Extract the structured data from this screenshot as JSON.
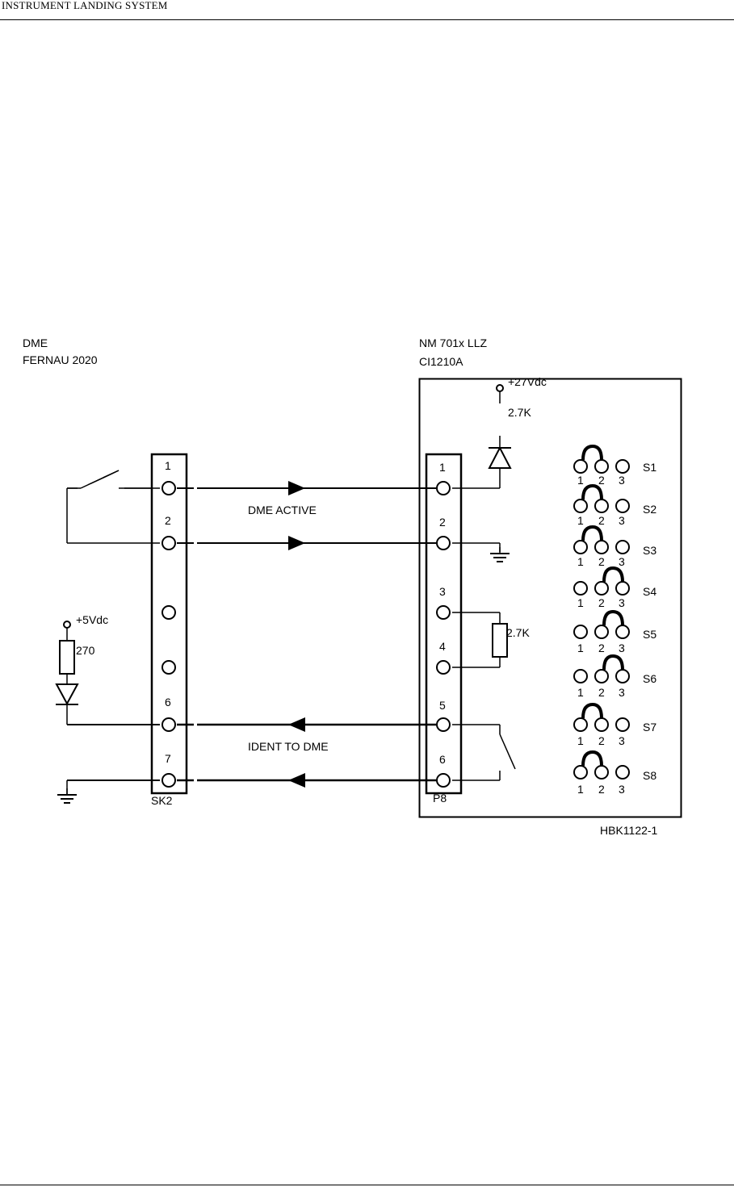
{
  "header": {
    "title": "INSTRUMENT LANDING SYSTEM"
  },
  "diagram": {
    "left_unit": {
      "name": "DME",
      "model": "FERNAU 2020"
    },
    "right_unit": {
      "name": "NM 701x LLZ",
      "model": "CI1210A"
    },
    "left_connector": {
      "label": "SK2",
      "pins": [
        "1",
        "2",
        "6",
        "7"
      ]
    },
    "right_connector": {
      "label": "P8",
      "pins": [
        "1",
        "2",
        "3",
        "4",
        "5",
        "6"
      ]
    },
    "signals": {
      "dme_active": "DME ACTIVE",
      "ident_to_dme": "IDENT TO DME"
    },
    "supplies": {
      "plus27": "+27Vdc",
      "plus5": "+5Vdc"
    },
    "resistors": {
      "r_pullup": "2.7K",
      "r_p8": "2.7K",
      "r_dme": "270"
    },
    "jumpers": [
      {
        "name": "S1",
        "pins": [
          "1",
          "2",
          "3"
        ]
      },
      {
        "name": "S2",
        "pins": [
          "1",
          "2",
          "3"
        ]
      },
      {
        "name": "S3",
        "pins": [
          "1",
          "2",
          "3"
        ]
      },
      {
        "name": "S4",
        "pins": [
          "1",
          "2",
          "3"
        ]
      },
      {
        "name": "S5",
        "pins": [
          "1",
          "2",
          "3"
        ]
      },
      {
        "name": "S6",
        "pins": [
          "1",
          "2",
          "3"
        ]
      },
      {
        "name": "S7",
        "pins": [
          "1",
          "2",
          "3"
        ]
      },
      {
        "name": "S8",
        "pins": [
          "1",
          "2",
          "3"
        ]
      }
    ],
    "figure_ref": "HBK1122-1"
  }
}
